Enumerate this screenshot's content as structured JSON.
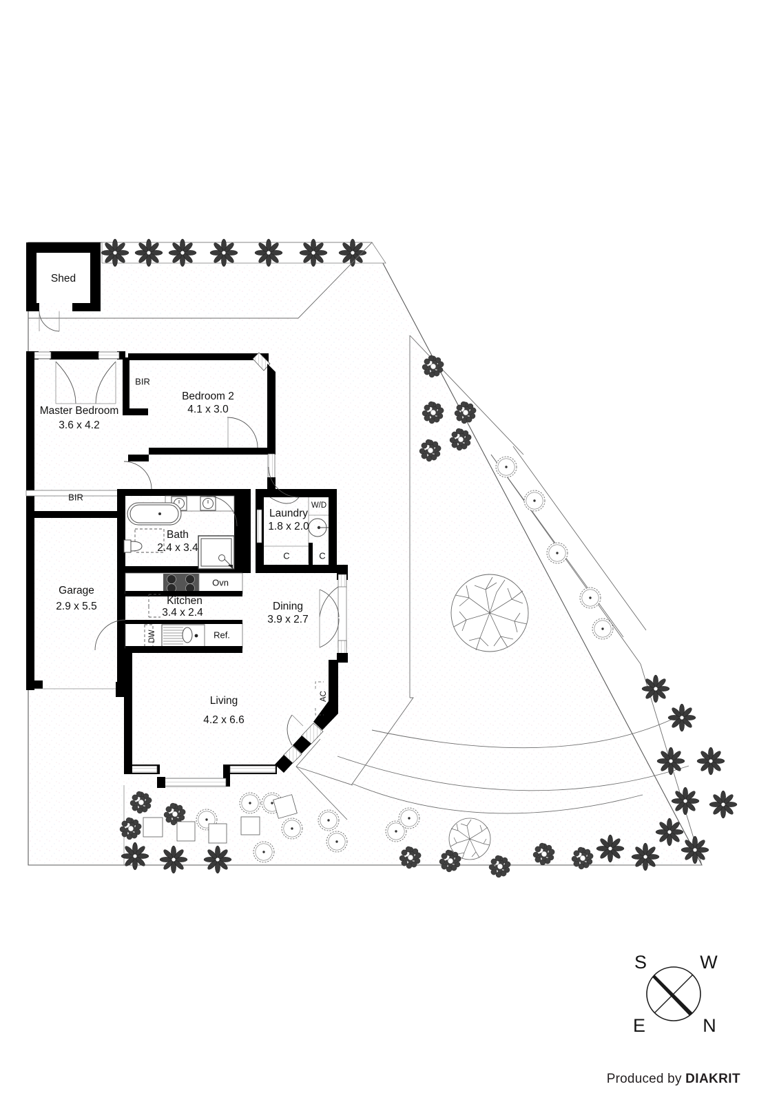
{
  "document": {
    "type": "residential-floor-plan",
    "producer_prefix": "Produced by",
    "producer_name": "DIAKRIT"
  },
  "compass": {
    "north_label": "N",
    "south_label": "S",
    "east_label": "E",
    "west_label": "W",
    "needle_direction": "bottom-right"
  },
  "rooms": [
    {
      "id": "shed",
      "label": "Shed",
      "dims": ""
    },
    {
      "id": "master-bedroom",
      "label": "Master Bedroom",
      "dims": "3.6 x 4.2"
    },
    {
      "id": "bedroom-2",
      "label": "Bedroom 2",
      "dims": "4.1 x 3.0"
    },
    {
      "id": "bath",
      "label": "Bath",
      "dims": "2.4 x 3.4"
    },
    {
      "id": "laundry",
      "label": "Laundry",
      "dims": "1.8 x 2.0"
    },
    {
      "id": "kitchen",
      "label": "Kitchen",
      "dims": "3.4 x 2.4"
    },
    {
      "id": "dining",
      "label": "Dining",
      "dims": "3.9 x 2.7"
    },
    {
      "id": "living",
      "label": "Living",
      "dims": "4.2 x 6.6"
    },
    {
      "id": "garage",
      "label": "Garage",
      "dims": "2.9 x 5.5"
    }
  ],
  "annotations": {
    "bir_upper": "BIR",
    "bir_lower": "BIR",
    "washer_dryer": "W/D",
    "closet_laundry": "C",
    "closet_hall": "C",
    "oven": "Ovn",
    "refrigerator": "Ref.",
    "dishwasher": "DW",
    "air_conditioner": "AC"
  },
  "colors": {
    "wall": "#000000",
    "boundary": "#5a5a5a",
    "text": "#111111",
    "paper": "#ffffff",
    "planting": "#3a3a3a"
  }
}
